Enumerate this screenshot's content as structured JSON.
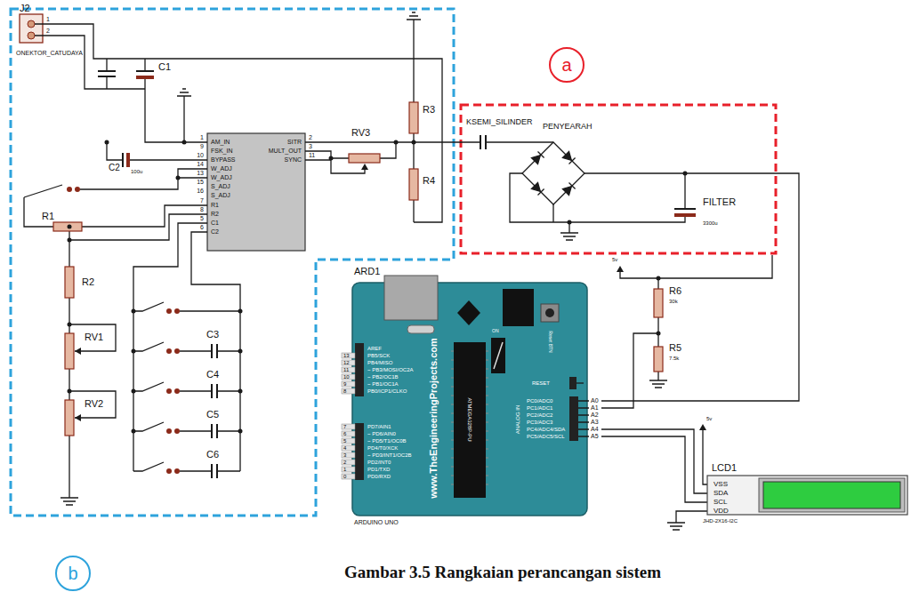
{
  "diagram": {
    "caption": "Gambar 3.5 Rangkaian perancangan sistem",
    "nodes": [
      {
        "text": [
          "a"
        ]
      },
      {
        "text": [
          "b"
        ]
      }
    ],
    "labels": [
      "J2",
      "1",
      "2",
      "ONEKTOR_CATUDAYA",
      "C1",
      "C2",
      "100u",
      "AM_IN",
      "FSK_IN",
      "BYPASS",
      "W_ADJ",
      "W_ADJ",
      "S_ADJ",
      "S_ADJ",
      "R1",
      "R2",
      "C1",
      "C2",
      "SITR",
      "MULT_OUT",
      "SYNC",
      "1",
      "9",
      "10",
      "14",
      "13",
      "15",
      "16",
      "7",
      "8",
      "5",
      "6",
      "2",
      "3",
      "11",
      "RV3",
      "R3",
      "R4",
      "R1",
      "R2",
      "RV1",
      "RV2",
      "C3",
      "C4",
      "C5",
      "C6",
      "KSEMI_SILINDER",
      "PENYEARAH",
      "FILTER",
      "3300u",
      "5v",
      "R6",
      "30k",
      "R5",
      "7.5k",
      "ARD1",
      "AREF",
      "13",
      "PB5/SCK",
      "12",
      "PB4/MISO",
      "11",
      "~ PB3/MOSI/OC2A",
      "10",
      "~ PB2/OC1B",
      "9",
      "~ PB1/OC1A",
      "8",
      "PB0/ICP1/CLKO",
      "7",
      "PD7/AIN1",
      "6",
      "~ PD6/AIN0",
      "5",
      "~ PD5/T1/OC0B",
      "4",
      "PD4/T0/XCK",
      "3",
      "~ PD3/INT1/OC2B",
      "2",
      "PD2/INT0",
      "1",
      "PD1/TXD",
      "0",
      "PD0/RXD",
      "www.TheEngineeringProjects.com",
      "ATMEGA328P-PU",
      "ON",
      "Reset BTN",
      "RESET",
      "ANALOG IN",
      "PC0/ADC0",
      "PC1/ADC1",
      "PC2/ADC2",
      "PC3/ADC3",
      "PC4/ADC4/SDA",
      "PC5/ADC5/SCL",
      "A0",
      "A1",
      "A2",
      "A3",
      "A4",
      "A5",
      "ARDUINO UNO",
      "5v",
      "LCD1",
      "VSS",
      "SDA",
      "SCL",
      "VDD",
      "JHD-2X16-I2C"
    ]
  }
}
